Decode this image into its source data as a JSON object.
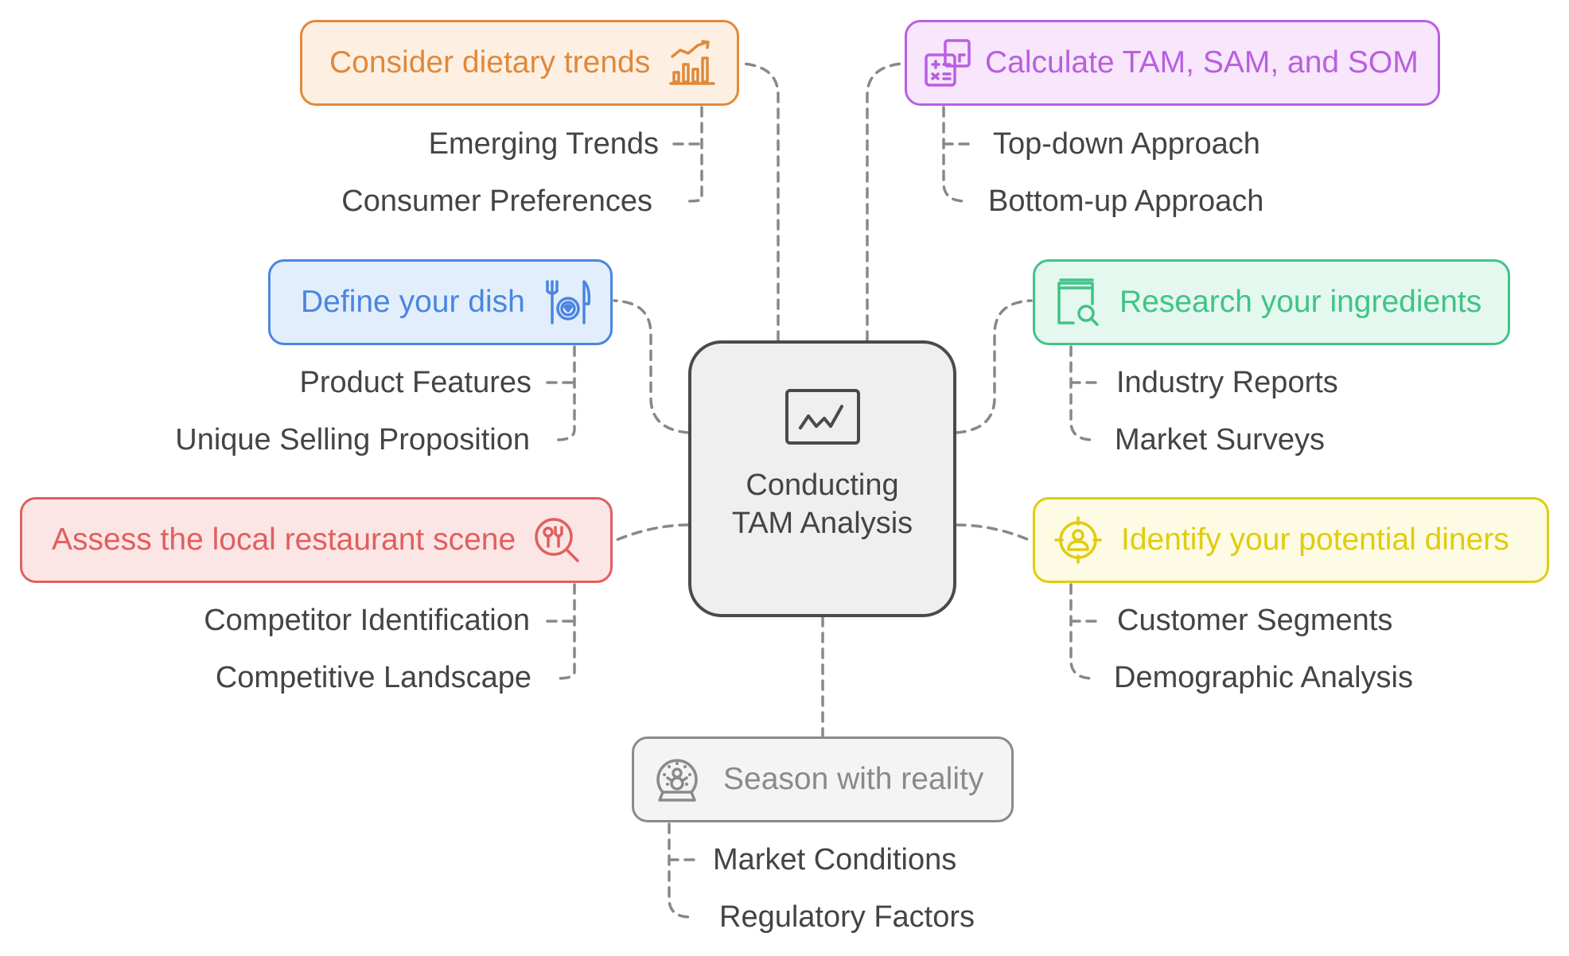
{
  "center": {
    "title": "Conducting TAM Analysis",
    "icon": "line-chart-monitor-icon",
    "color": "#4a4a4a",
    "fill": "#efefef"
  },
  "branches": [
    {
      "id": "dietary-trends",
      "label": "Consider dietary trends",
      "icon": "trending-bar-chart-icon",
      "border": "#e0893a",
      "fill": "#fdf0e3",
      "text_color": "#e0893a",
      "children": [
        "Emerging Trends",
        "Consumer Preferences"
      ]
    },
    {
      "id": "calculate-tam",
      "label": "Calculate TAM, SAM, and SOM",
      "icon": "calculator-icon",
      "border": "#b95fe0",
      "fill": "#f7e6fc",
      "text_color": "#b95fe0",
      "children": [
        "Top-down Approach",
        "Bottom-up Approach"
      ]
    },
    {
      "id": "define-dish",
      "label": "Define your dish",
      "icon": "plate-cutlery-icon",
      "border": "#4a86e0",
      "fill": "#e3eefc",
      "text_color": "#4a86e0",
      "children": [
        "Product Features",
        "Unique Selling Proposition"
      ]
    },
    {
      "id": "research-ingredients",
      "label": "Research your ingredients",
      "icon": "book-search-icon",
      "border": "#3fc486",
      "fill": "#e5f8ef",
      "text_color": "#3fc486",
      "children": [
        "Industry Reports",
        "Market Surveys"
      ]
    },
    {
      "id": "restaurant-scene",
      "label": "Assess the local restaurant scene",
      "icon": "restaurant-search-icon",
      "border": "#e05f5f",
      "fill": "#fce5e5",
      "text_color": "#e05f5f",
      "children": [
        "Competitor Identification",
        "Competitive Landscape"
      ]
    },
    {
      "id": "potential-diners",
      "label": "Identify your potential diners",
      "icon": "target-user-icon",
      "border": "#e0cc10",
      "fill": "#fdfbe3",
      "text_color": "#e0cc10",
      "children": [
        "Customer Segments",
        "Demographic Analysis"
      ]
    },
    {
      "id": "season-reality",
      "label": "Season with reality",
      "icon": "snow-globe-icon",
      "border": "#8a8a8a",
      "fill": "#f4f4f4",
      "text_color": "#8a8a8a",
      "children": [
        "Market Conditions",
        "Regulatory Factors"
      ]
    }
  ],
  "connector_color": "#888888",
  "subitem_color": "#444444"
}
